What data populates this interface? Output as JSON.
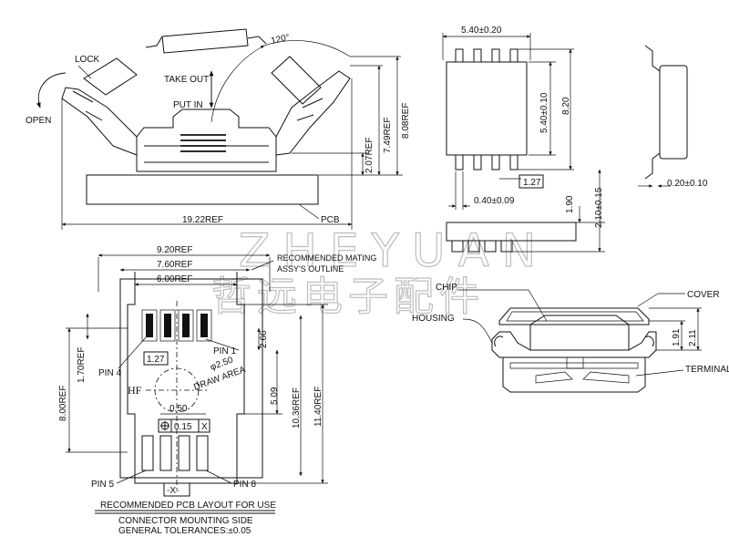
{
  "watermark": {
    "latin": "ZHEYUAN",
    "cjk": "哲远电子配件"
  },
  "top_left": {
    "lock": "LOCK",
    "open": "OPEN",
    "angle": "120°",
    "take_out": "TAKE OUT",
    "put_in": "PUT IN",
    "dim_207": "2.07REF",
    "dim_749": "7.49REF",
    "dim_808": "8.08REF",
    "dim_1922": "19.22REF",
    "pcb": "PCB"
  },
  "chip_views": {
    "dim_540_020": "5.40±0.20",
    "dim_540_010": "5.40±0.10",
    "dim_820": "8.20",
    "dim_127": "1.27",
    "dim_040": "0.40±0.09",
    "dim_190": "1.90",
    "dim_210": "2.10±0.15",
    "dim_020": "0.20±0.10"
  },
  "pcb_layout": {
    "dim_920": "9.20REF",
    "dim_760": "7.60REF",
    "dim_600": "6.00REF",
    "mating_1": "RECOMMENDED MATING",
    "mating_2": "ASSY'S OUTLINE",
    "pin1": "PIN 1",
    "pin4": "PIN 4",
    "pin5": "PIN 5",
    "pin8": "PIN 8",
    "dim_127": "1.27",
    "dim_266": "2.66",
    "dim_250": "φ2.50",
    "draw_area": "DRAW AREA",
    "dim_170": "1.70REF",
    "dim_800": "8.00REF",
    "dim_509": "5.09",
    "dim_1036": "10.36REF",
    "dim_1140": "11.40REF",
    "hf": "HF",
    "dim_050": "0.50",
    "tol_value": "0.15",
    "tol_datum": "X",
    "datum": "-X-",
    "caption_1": "RECOMMENDED PCB LAYOUT FOR USE",
    "caption_2": "CONNECTOR MOUNTING SIDE",
    "caption_3": "GENERAL TOLERANCES:±0.05"
  },
  "section": {
    "chip": "CHIP",
    "housing": "HOUSING",
    "cover": "COVER",
    "terminal": "TERMINAL",
    "dim_191": "1.91",
    "dim_211": "2.11"
  }
}
